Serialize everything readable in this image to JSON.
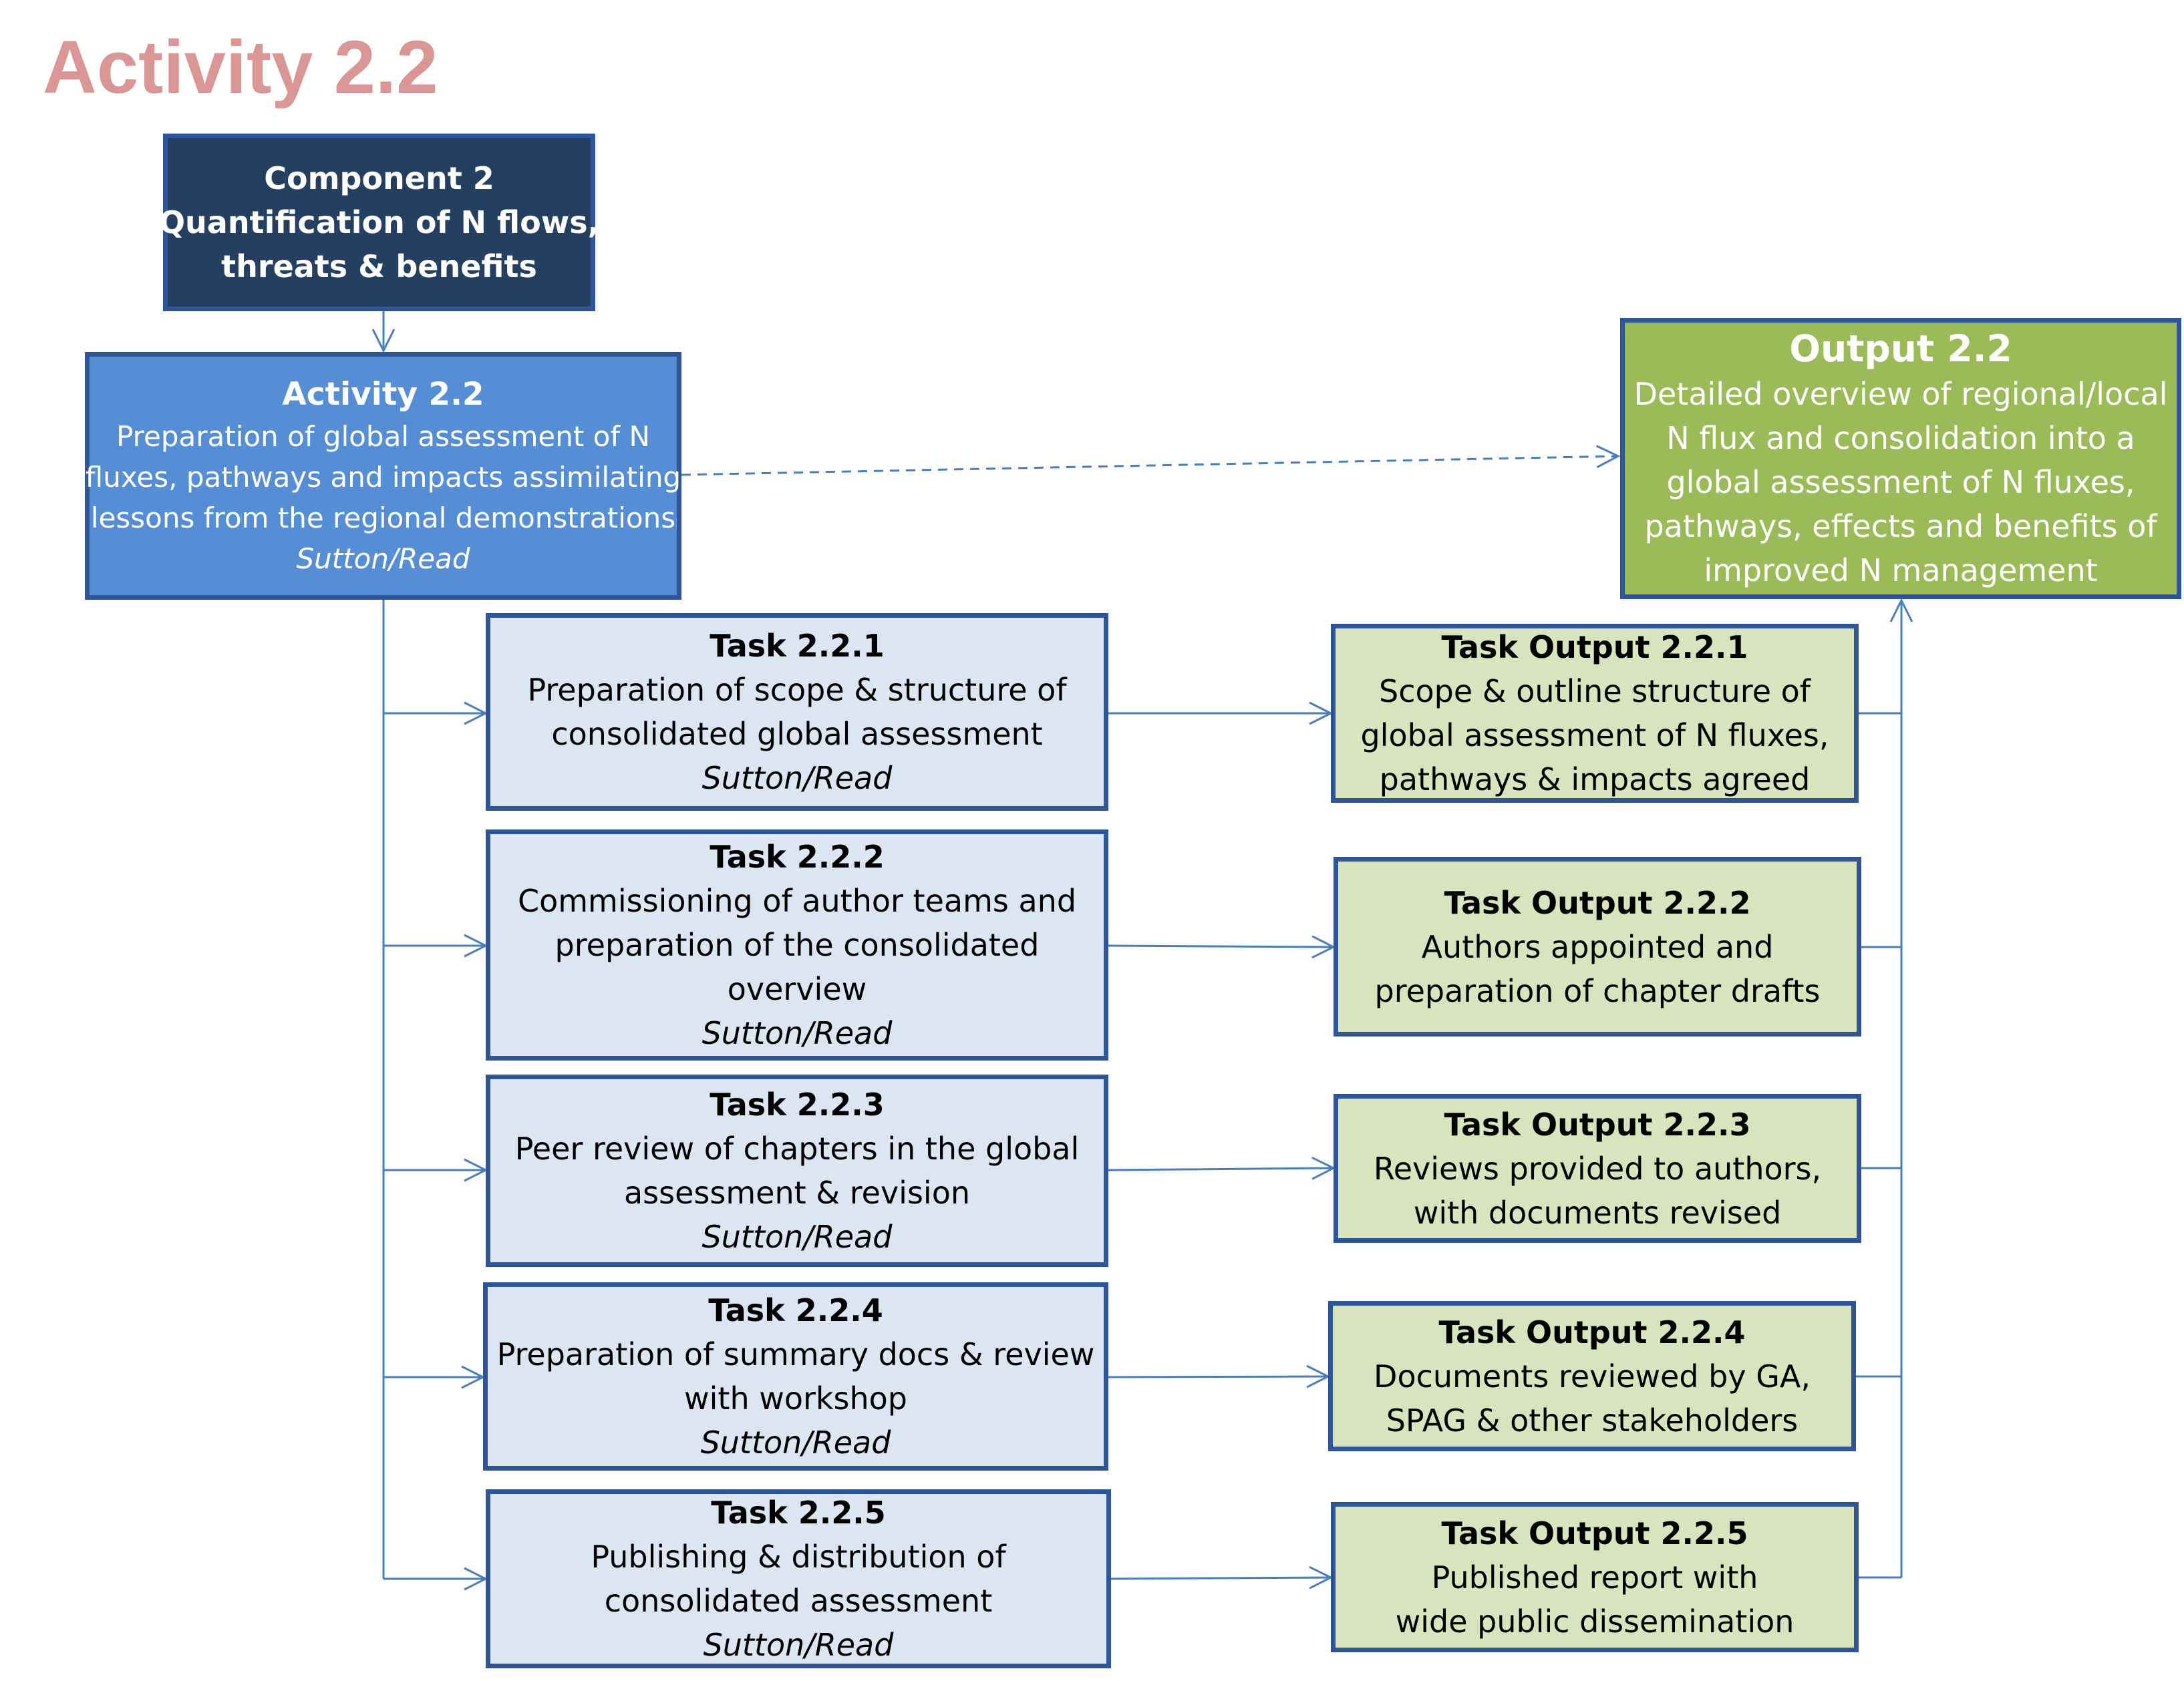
{
  "title": "Activity 2.2",
  "colors": {
    "title": "#d99694",
    "component_fill": "#243f60",
    "activity_fill": "#558ed5",
    "output_fill": "#9bbb59",
    "task_fill": "#dce6f2",
    "task_output_fill": "#d7e4bd",
    "border": "#2e5597",
    "connector": "#4a7ebb"
  },
  "component": {
    "title": "Component 2",
    "lines": [
      "Quantification of N flows,",
      "threats & benefits"
    ]
  },
  "activity": {
    "title": "Activity 2.2",
    "lines": [
      "Preparation of global assessment of N",
      "fluxes, pathways and impacts assimilating",
      "lessons from the regional demonstrations"
    ],
    "lead": "Sutton/Read"
  },
  "output": {
    "title": "Output 2.2",
    "lines": [
      "Detailed overview of regional/local",
      "N flux and consolidation into a",
      "global assessment of N fluxes,",
      "pathways, effects and benefits of",
      "improved N management"
    ]
  },
  "tasks": [
    {
      "title": "Task 2.2.1",
      "lines": [
        "Preparation of scope & structure of",
        "consolidated global assessment"
      ],
      "lead": "Sutton/Read"
    },
    {
      "title": "Task 2.2.2",
      "lines": [
        "Commissioning of author teams and",
        "preparation of the consolidated",
        "overview"
      ],
      "lead": "Sutton/Read"
    },
    {
      "title": "Task 2.2.3",
      "lines": [
        "Peer review of chapters in the global",
        "assessment & revision"
      ],
      "lead": "Sutton/Read"
    },
    {
      "title": "Task 2.2.4",
      "lines": [
        "Preparation of summary docs & review",
        "with workshop"
      ],
      "lead": "Sutton/Read"
    },
    {
      "title": "Task 2.2.5",
      "lines": [
        "Publishing & distribution of",
        "consolidated assessment"
      ],
      "lead": "Sutton/Read"
    }
  ],
  "task_outputs": [
    {
      "title": "Task Output 2.2.1",
      "lines": [
        "Scope & outline structure of",
        "global assessment of N fluxes,",
        "pathways & impacts agreed"
      ]
    },
    {
      "title": "Task Output 2.2.2",
      "lines": [
        "Authors appointed and",
        "preparation of chapter drafts"
      ]
    },
    {
      "title": "Task Output 2.2.3",
      "lines": [
        "Reviews provided to authors,",
        "with documents revised"
      ]
    },
    {
      "title": "Task Output 2.2.4",
      "lines": [
        "Documents reviewed by GA,",
        "SPAG & other stakeholders"
      ]
    },
    {
      "title": "Task Output 2.2.5",
      "lines": [
        "Published report with",
        "wide public dissemination"
      ]
    }
  ]
}
